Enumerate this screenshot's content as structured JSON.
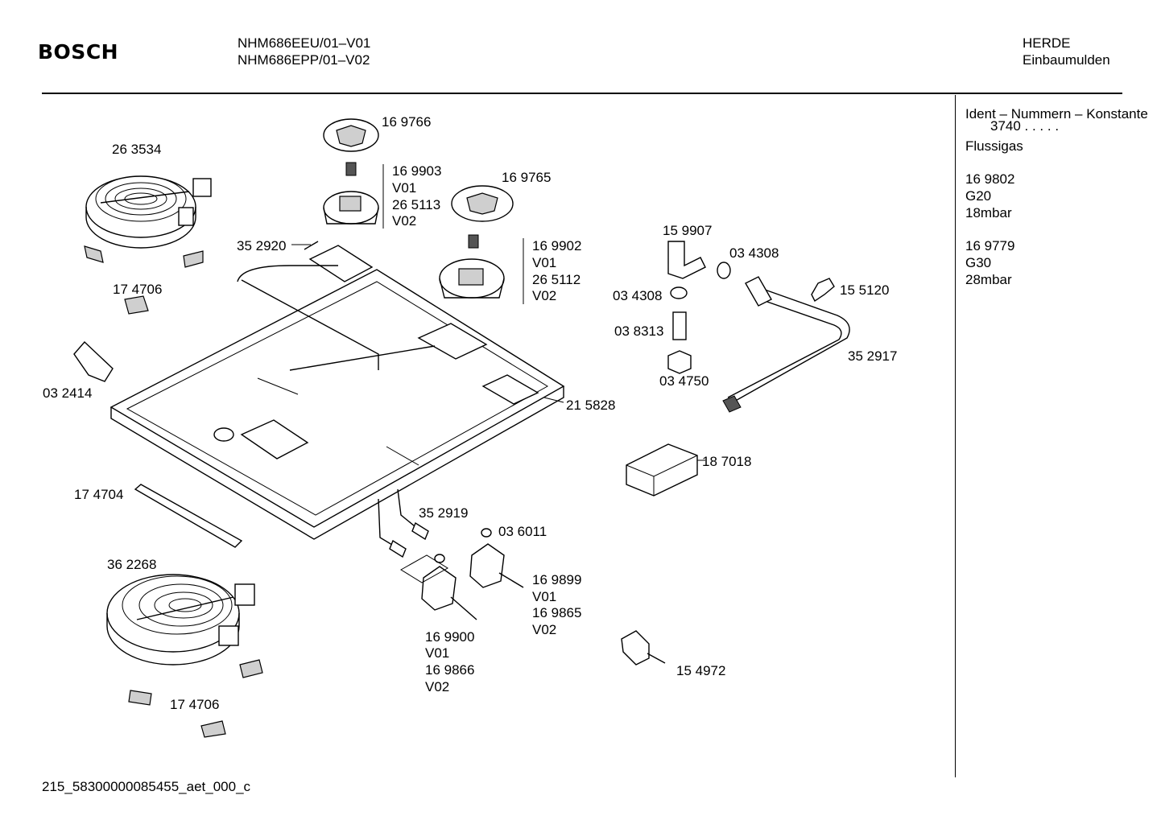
{
  "header": {
    "brand": "BOSCH",
    "models": [
      "NHM686EEU/01–V01",
      "NHM686EPP/01–V02"
    ],
    "category": [
      "HERDE",
      "Einbaumulden"
    ]
  },
  "sidebar": {
    "ident_title": "Ident – Nummern – Konstante",
    "ident_value": "3740 .   .   .   .   .",
    "gas_type": "Flussigas",
    "variants": [
      {
        "part": "16 9802",
        "gas": "G20",
        "pressure": "18mbar"
      },
      {
        "part": "16 9779",
        "gas": "G30",
        "pressure": "28mbar"
      }
    ]
  },
  "parts": {
    "p263534": "26 3534",
    "p174706a": "17 4706",
    "p032414": "03 2414",
    "p174704": "17 4704",
    "p362268": "36 2268",
    "p174706b": "17 4706",
    "p169766": "16 9766",
    "p169903": [
      "16 9903",
      "V01",
      "26 5113",
      "V02"
    ],
    "p169765": "16 9765",
    "p352920": "35 2920",
    "p169902": [
      "16 9902",
      "V01",
      "26 5112",
      "V02"
    ],
    "p159907": "15 9907",
    "p034308a": "03 4308",
    "p034308b": "03 4308",
    "p155120": "15 5120",
    "p038313": "03 8313",
    "p034750": "03 4750",
    "p352917": "35 2917",
    "p215828": "21 5828",
    "p187018": "18 7018",
    "p352919": "35 2919",
    "p036011": "03 6011",
    "p169899": [
      "16 9899",
      "V01",
      "16 9865",
      "V02"
    ],
    "p169900": [
      "16 9900",
      "V01",
      "16 9866",
      "V02"
    ],
    "p154972": "15 4972"
  },
  "footer": {
    "code": "215_58300000085455_aet_000_c"
  }
}
